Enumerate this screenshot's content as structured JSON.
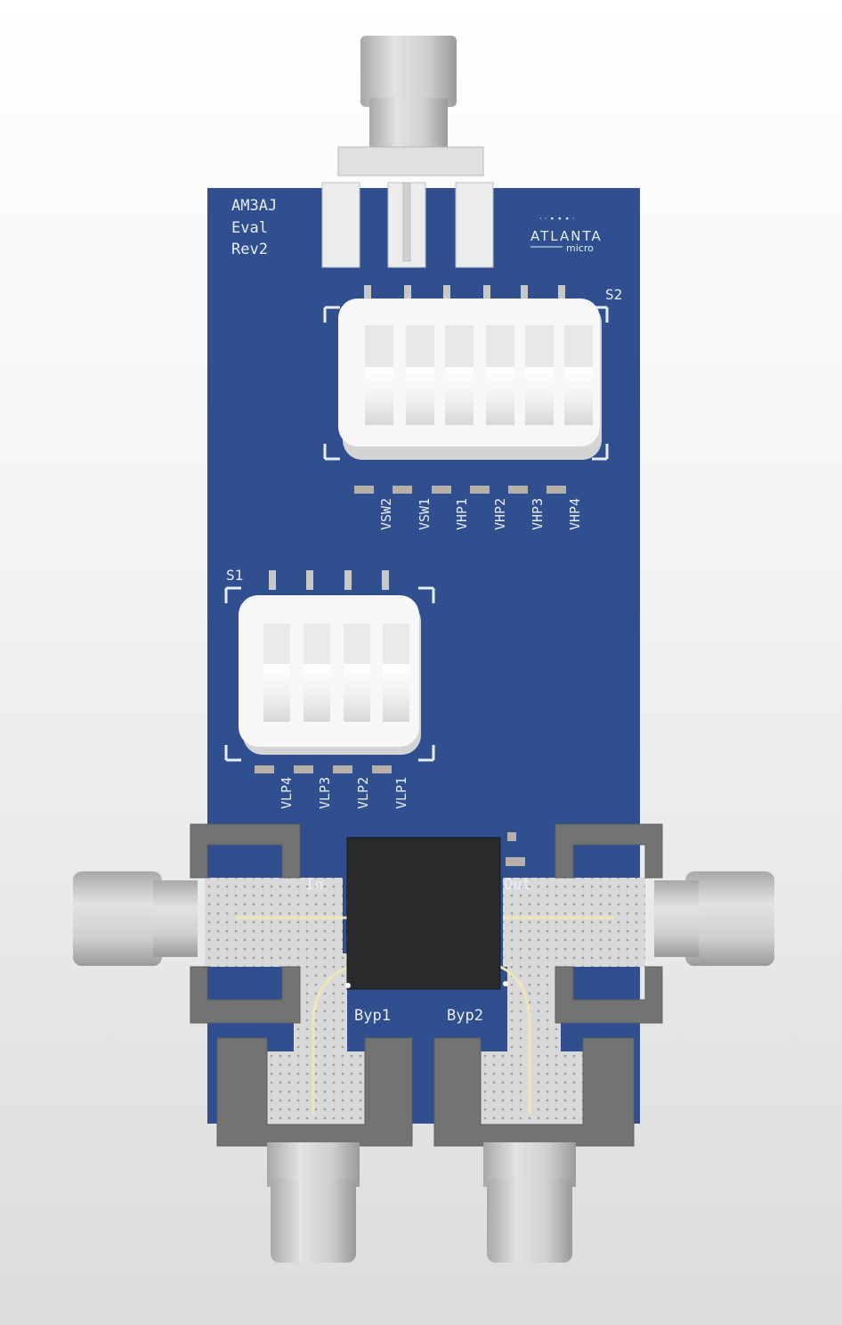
{
  "board": {
    "title_lines": [
      "AM3AJ",
      "Eval",
      "Rev2"
    ],
    "logo_name": "ATLANTA",
    "logo_sub": "micro"
  },
  "switch_s2": {
    "ref": "S2",
    "positions": 6,
    "labels": [
      "VSW2",
      "VSW1",
      "VHP1",
      "VHP2",
      "VHP3",
      "VHP4"
    ]
  },
  "switch_s1": {
    "ref": "S1",
    "positions": 4,
    "labels": [
      "VLP4",
      "VLP3",
      "VLP2",
      "VLP1"
    ]
  },
  "rf_ports": {
    "in": "In",
    "out": "Out",
    "byp1": "Byp1",
    "byp2": "Byp2"
  },
  "colors": {
    "pcb": "#2f4f8f",
    "silkscreen": "#e8eef6",
    "connector": "#c9c9c9",
    "clamp": "#727272",
    "chip": "#2a2a2c"
  }
}
